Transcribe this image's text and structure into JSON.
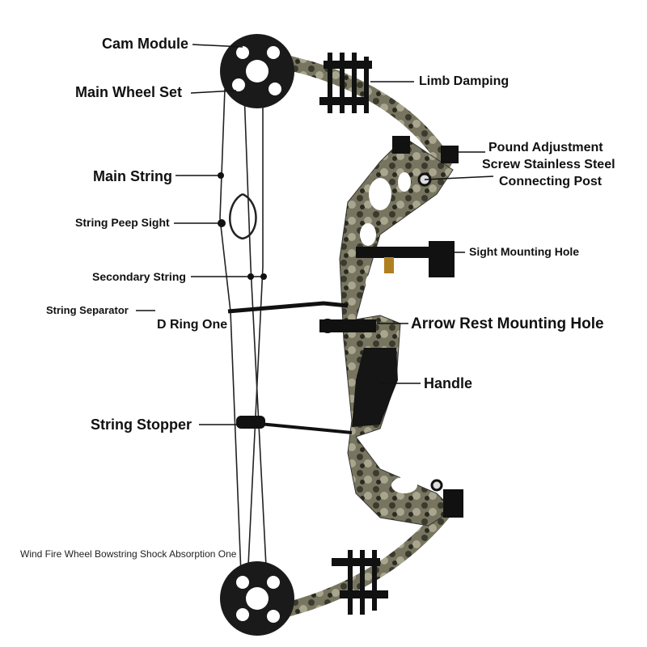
{
  "labels": {
    "cam_module": "Cam Module",
    "main_wheel_set": "Main Wheel Set",
    "limb_damping": "Limb Damping",
    "pound_adjustment": "Pound Adjustment",
    "screw_stainless_steel": "Screw Stainless Steel",
    "connecting_post": "Connecting Post",
    "main_string": "Main String",
    "string_peep_sight": "String Peep Sight",
    "sight_mounting_hole": "Sight Mounting Hole",
    "secondary_string": "Secondary String",
    "string_separator": "String Separator",
    "d_ring_one": "D Ring One",
    "arrow_rest_mounting_hole": "Arrow Rest Mounting Hole",
    "handle": "Handle",
    "string_stopper": "String Stopper",
    "wind_fire_wheel": "Wind Fire Wheel Bowstring Shock Absorption One"
  },
  "colors": {
    "riser_camo": "#6b6a58",
    "accessory": "#111111",
    "label_text": "#111111"
  }
}
